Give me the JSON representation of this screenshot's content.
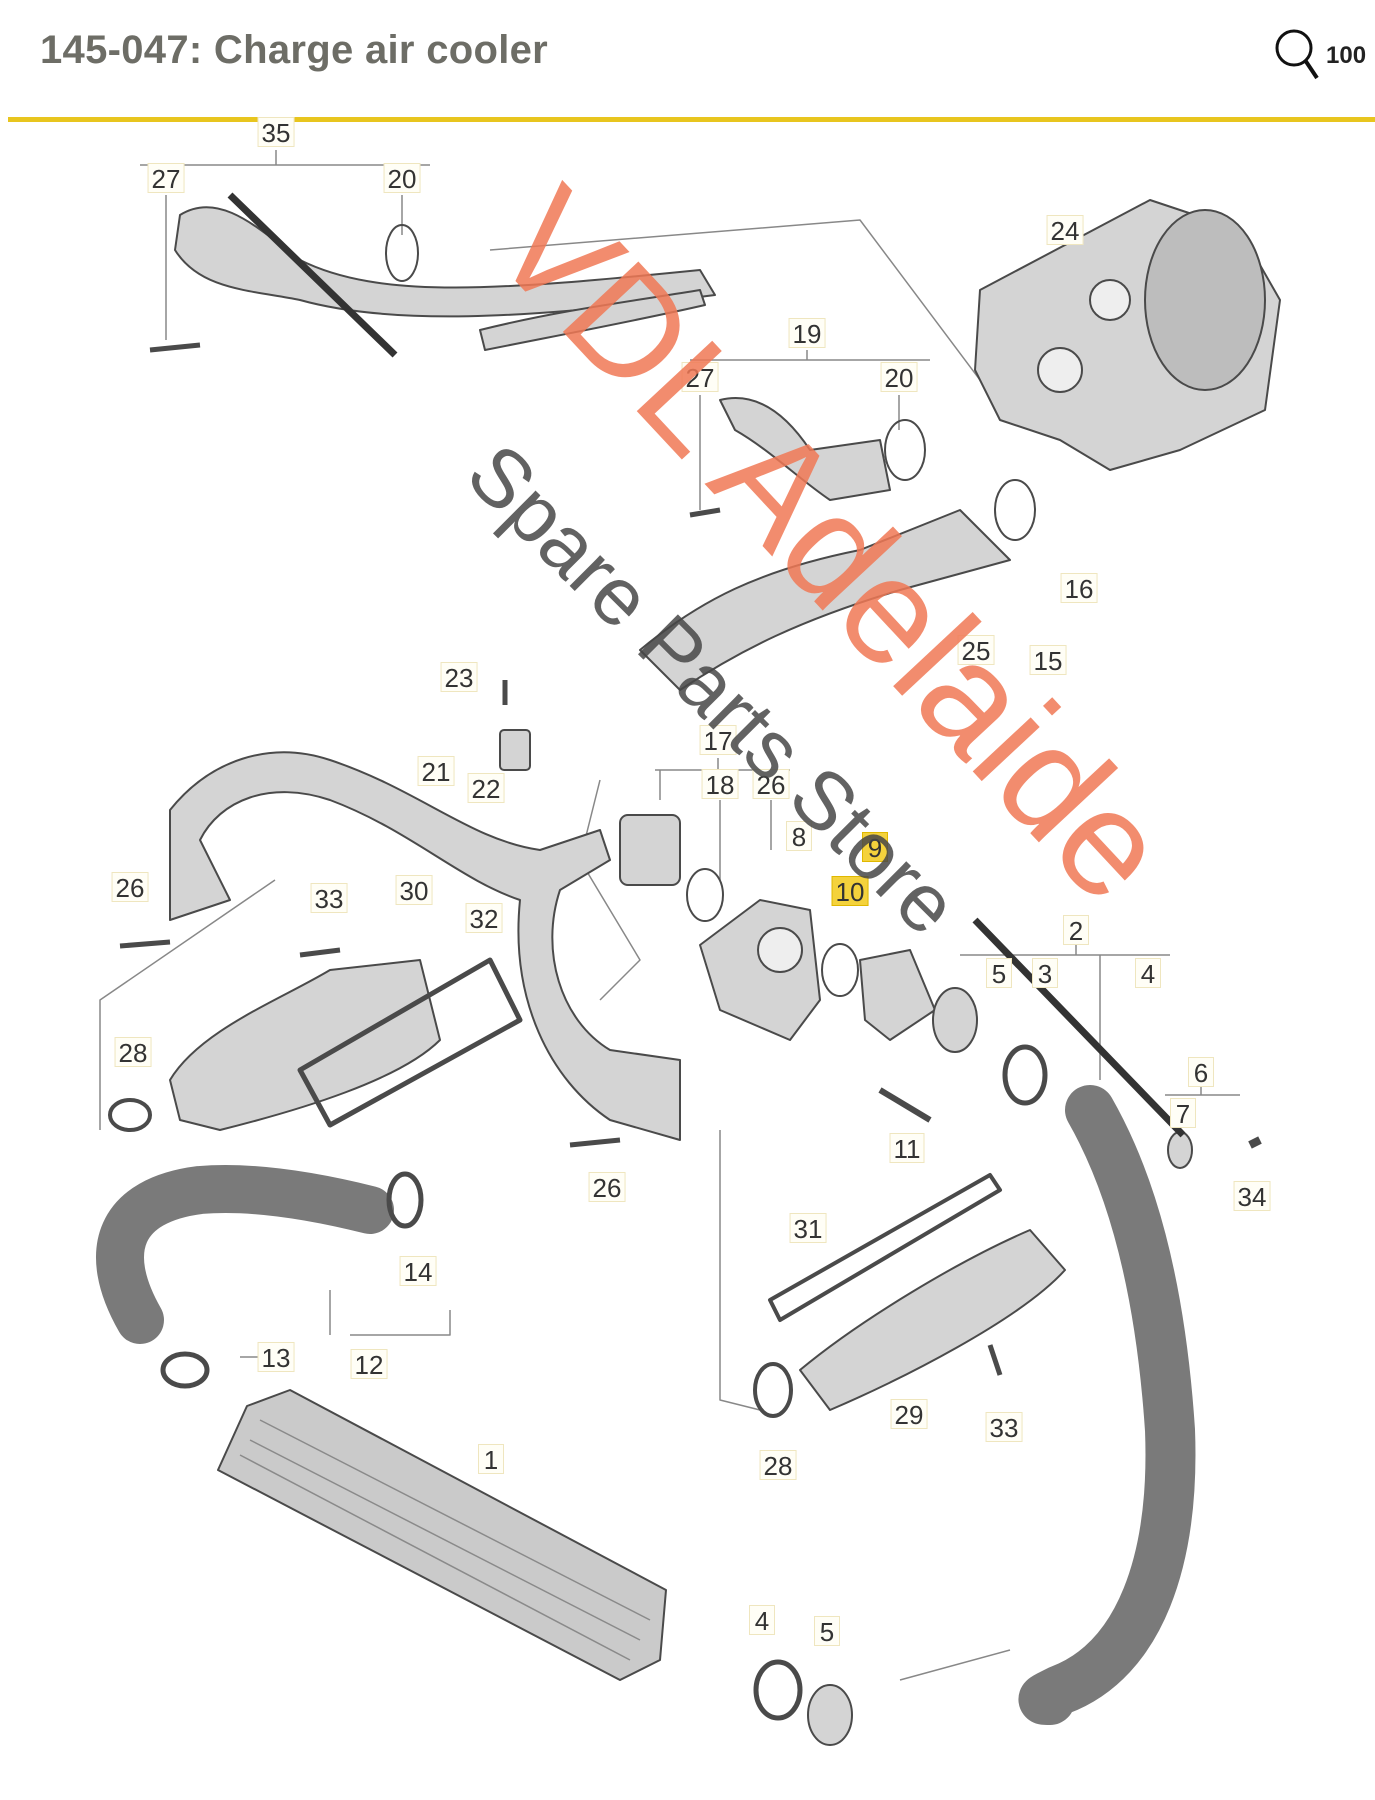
{
  "header": {
    "title": "145-047: Charge air cooler",
    "zoom_label": "100",
    "zoom_icon": "magnifier-icon"
  },
  "colors": {
    "accent_rule": "#e8c51e",
    "highlight": "#f4d23c",
    "title": "#6d6d66"
  },
  "watermark": {
    "line1": "VDL Adelaide",
    "line2": "Spare Parts Store"
  },
  "labels": [
    "35",
    "27",
    "20",
    "24",
    "19",
    "27",
    "20",
    "16",
    "25",
    "15",
    "23",
    "17",
    "21",
    "22",
    "18",
    "26",
    "8",
    "9",
    "10",
    "26",
    "33",
    "30",
    "32",
    "2",
    "5",
    "3",
    "4",
    "6",
    "7",
    "34",
    "28",
    "11",
    "26",
    "14",
    "31",
    "13",
    "12",
    "29",
    "33",
    "28",
    "1",
    "4",
    "5"
  ],
  "highlighted_labels": [
    "9",
    "10"
  ]
}
